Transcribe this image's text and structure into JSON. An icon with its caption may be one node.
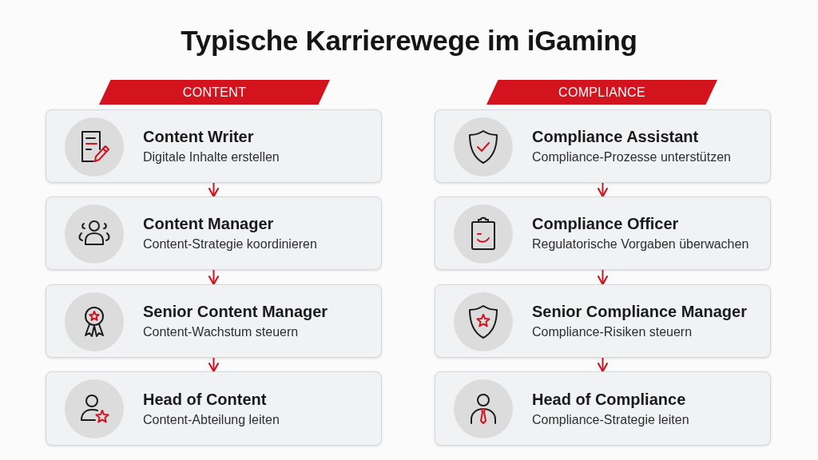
{
  "diagram": {
    "title": "Typische Karrierewege im iGaming",
    "nodes": [
      {
        "text": [
          "CONTENT"
        ]
      },
      {
        "text": [
          "Content Writer",
          "Digitale Inhalte erstellen"
        ]
      },
      {
        "text": [
          "Content Manager",
          "Content-Strategie koordinieren"
        ]
      },
      {
        "text": [
          "Senior Content Manager",
          "Content-Wachstum steuern"
        ]
      },
      {
        "text": [
          "Head of Content",
          "Content-Abteilung leiten"
        ]
      },
      {
        "text": [
          "COMPLIANCE"
        ]
      },
      {
        "text": [
          "Compliance Assistant",
          "Compliance-Prozesse unterstützen"
        ]
      },
      {
        "text": [
          "Compliance Officer",
          "Regulatorische Vorgaben überwachen"
        ]
      },
      {
        "text": [
          "Senior Compliance Manager",
          "Compliance-Risiken steuern"
        ]
      },
      {
        "text": [
          "Head of Compliance",
          "Compliance-Strategie leiten"
        ]
      }
    ],
    "edges": [
      {
        "from": 1,
        "to": 2,
        "arrow": "to"
      },
      {
        "from": 2,
        "to": 3,
        "arrow": "to"
      },
      {
        "from": 3,
        "to": 4,
        "arrow": "to"
      },
      {
        "from": 6,
        "to": 7,
        "arrow": "to"
      },
      {
        "from": 7,
        "to": 8,
        "arrow": "to"
      },
      {
        "from": 8,
        "to": 9,
        "arrow": "to"
      }
    ]
  }
}
